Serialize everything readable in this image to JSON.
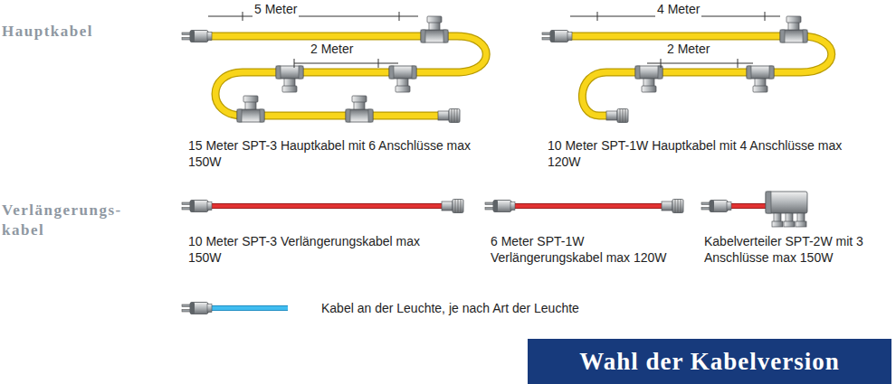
{
  "diagram": {
    "title": "Wahl der Kabelversion",
    "labels": [
      "Hauptkabel",
      "5 Meter",
      "2 Meter",
      "15 Meter SPT-3 Hauptkabel mit 6 Anschlüsse max 150W",
      "4 Meter",
      "2 Meter",
      "10 Meter SPT-1W Hauptkabel mit 4 Anschlüsse max 120W",
      "Verlängerungs- kabel",
      "10 Meter SPT-3 Verlängerungskabel max 150W",
      "6 Meter SPT-1W Verlängerungskabel max 120W",
      "Kabelverteiler SPT-2W mit 3 Anschlüsse max 150W",
      "Kabel an der Leuchte, je nach Art der Leuchte"
    ]
  }
}
